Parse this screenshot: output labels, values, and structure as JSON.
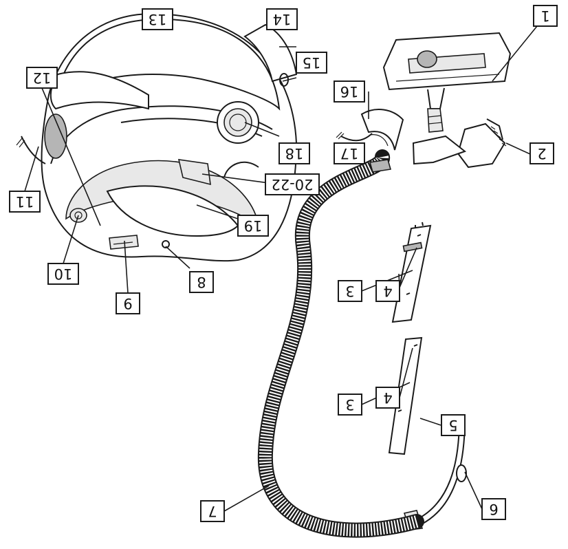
{
  "callouts": [
    {
      "id": "1",
      "label": "1"
    },
    {
      "id": "2",
      "label": "2"
    },
    {
      "id": "3a",
      "label": "3"
    },
    {
      "id": "3b",
      "label": "3"
    },
    {
      "id": "4a",
      "label": "4"
    },
    {
      "id": "4b",
      "label": "4"
    },
    {
      "id": "5",
      "label": "5"
    },
    {
      "id": "6",
      "label": "6"
    },
    {
      "id": "7",
      "label": "7"
    },
    {
      "id": "8",
      "label": "8"
    },
    {
      "id": "9",
      "label": "9"
    },
    {
      "id": "10",
      "label": "10"
    },
    {
      "id": "11",
      "label": "11"
    },
    {
      "id": "12",
      "label": "12"
    },
    {
      "id": "13",
      "label": "13"
    },
    {
      "id": "14",
      "label": "14"
    },
    {
      "id": "15",
      "label": "15"
    },
    {
      "id": "16",
      "label": "16"
    },
    {
      "id": "17",
      "label": "17"
    },
    {
      "id": "18",
      "label": "18"
    },
    {
      "id": "19",
      "label": "19"
    },
    {
      "id": "20-22",
      "label": "20-22"
    }
  ],
  "orientation": "rotated-180",
  "colors": {
    "ink": "#1a1a1a",
    "background": "#ffffff",
    "hose_band": "#9a9a9a"
  }
}
